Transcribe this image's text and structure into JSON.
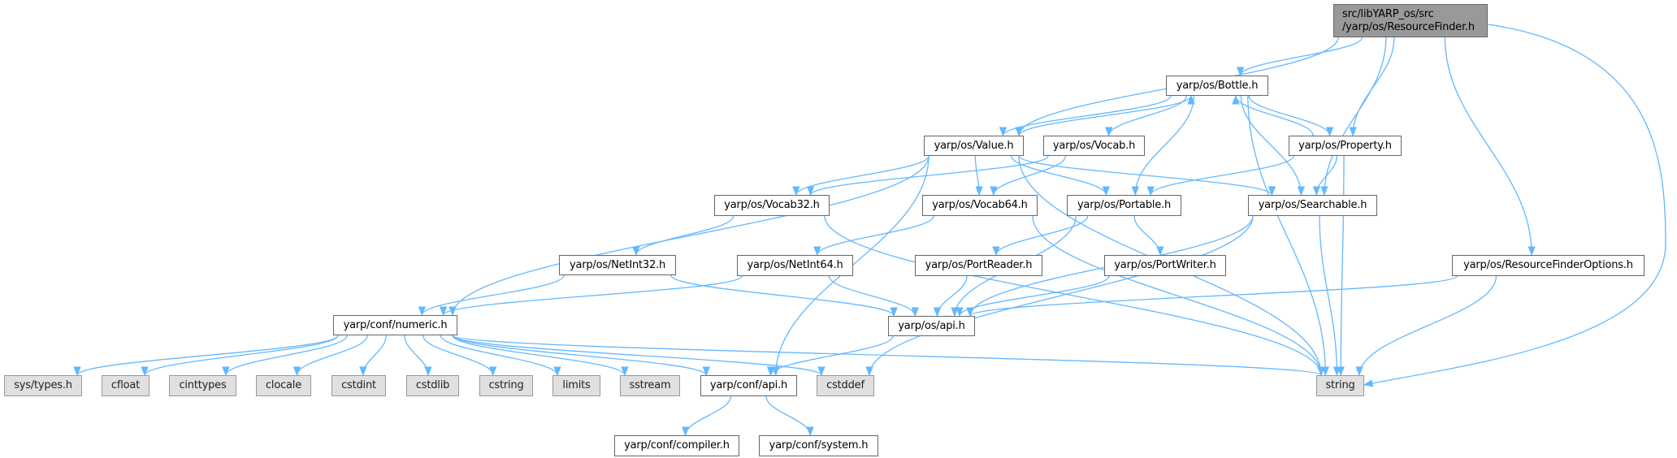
{
  "colors": {
    "edge": "#63b8ff",
    "root_fill": "#999999",
    "external_fill": "#e0e0e0",
    "node_border": "#666666"
  },
  "nodes": [
    {
      "id": "rf",
      "label": "src/libYARP_os/src\n/yarp/os/ResourceFinder.h",
      "kind": "root"
    },
    {
      "id": "bottle",
      "label": "yarp/os/Bottle.h",
      "kind": "normal"
    },
    {
      "id": "value",
      "label": "yarp/os/Value.h",
      "kind": "normal"
    },
    {
      "id": "vocab",
      "label": "yarp/os/Vocab.h",
      "kind": "normal"
    },
    {
      "id": "property",
      "label": "yarp/os/Property.h",
      "kind": "normal"
    },
    {
      "id": "vocab32",
      "label": "yarp/os/Vocab32.h",
      "kind": "normal"
    },
    {
      "id": "vocab64",
      "label": "yarp/os/Vocab64.h",
      "kind": "normal"
    },
    {
      "id": "portable",
      "label": "yarp/os/Portable.h",
      "kind": "normal"
    },
    {
      "id": "searchable",
      "label": "yarp/os/Searchable.h",
      "kind": "normal"
    },
    {
      "id": "netint32",
      "label": "yarp/os/NetInt32.h",
      "kind": "normal"
    },
    {
      "id": "netint64",
      "label": "yarp/os/NetInt64.h",
      "kind": "normal"
    },
    {
      "id": "portreader",
      "label": "yarp/os/PortReader.h",
      "kind": "normal"
    },
    {
      "id": "portwriter",
      "label": "yarp/os/PortWriter.h",
      "kind": "normal"
    },
    {
      "id": "rfo",
      "label": "yarp/os/ResourceFinderOptions.h",
      "kind": "normal"
    },
    {
      "id": "numeric",
      "label": "yarp/conf/numeric.h",
      "kind": "normal"
    },
    {
      "id": "osapi",
      "label": "yarp/os/api.h",
      "kind": "normal"
    },
    {
      "id": "systypes",
      "label": "sys/types.h",
      "kind": "external"
    },
    {
      "id": "cfloat",
      "label": "cfloat",
      "kind": "external"
    },
    {
      "id": "cinttypes",
      "label": "cinttypes",
      "kind": "external"
    },
    {
      "id": "clocale",
      "label": "clocale",
      "kind": "external"
    },
    {
      "id": "cstdint",
      "label": "cstdint",
      "kind": "external"
    },
    {
      "id": "cstdlib",
      "label": "cstdlib",
      "kind": "external"
    },
    {
      "id": "cstring",
      "label": "cstring",
      "kind": "external"
    },
    {
      "id": "limits",
      "label": "limits",
      "kind": "external"
    },
    {
      "id": "sstream",
      "label": "sstream",
      "kind": "external"
    },
    {
      "id": "confapi",
      "label": "yarp/conf/api.h",
      "kind": "normal"
    },
    {
      "id": "cstddef",
      "label": "cstddef",
      "kind": "external"
    },
    {
      "id": "string",
      "label": "string",
      "kind": "external"
    },
    {
      "id": "compiler",
      "label": "yarp/conf/compiler.h",
      "kind": "normal"
    },
    {
      "id": "system",
      "label": "yarp/conf/system.h",
      "kind": "normal"
    }
  ],
  "edges": [
    [
      "rf",
      "value"
    ],
    [
      "rf",
      "bottle"
    ],
    [
      "rf",
      "property"
    ],
    [
      "rf",
      "searchable"
    ],
    [
      "rf",
      "rfo"
    ],
    [
      "rf",
      "string"
    ],
    [
      "bottle",
      "value"
    ],
    [
      "bottle",
      "vocab"
    ],
    [
      "bottle",
      "portable"
    ],
    [
      "bottle",
      "searchable"
    ],
    [
      "bottle",
      "property"
    ],
    [
      "bottle",
      "string"
    ],
    [
      "value",
      "bottle"
    ],
    [
      "value",
      "numeric"
    ],
    [
      "value",
      "confapi"
    ],
    [
      "value",
      "vocab32"
    ],
    [
      "value",
      "vocab64"
    ],
    [
      "value",
      "portable"
    ],
    [
      "value",
      "searchable"
    ],
    [
      "value",
      "string"
    ],
    [
      "vocab",
      "vocab32"
    ],
    [
      "vocab",
      "vocab64"
    ],
    [
      "property",
      "bottle"
    ],
    [
      "property",
      "portable"
    ],
    [
      "property",
      "searchable"
    ],
    [
      "property",
      "string"
    ],
    [
      "vocab32",
      "netint32"
    ],
    [
      "vocab32",
      "string"
    ],
    [
      "vocab64",
      "netint64"
    ],
    [
      "vocab64",
      "string"
    ],
    [
      "portable",
      "osapi"
    ],
    [
      "portable",
      "portreader"
    ],
    [
      "portable",
      "portwriter"
    ],
    [
      "searchable",
      "osapi"
    ],
    [
      "searchable",
      "cstddef"
    ],
    [
      "searchable",
      "string"
    ],
    [
      "netint32",
      "numeric"
    ],
    [
      "netint32",
      "osapi"
    ],
    [
      "netint64",
      "numeric"
    ],
    [
      "netint64",
      "osapi"
    ],
    [
      "portreader",
      "osapi"
    ],
    [
      "portwriter",
      "osapi"
    ],
    [
      "rfo",
      "osapi"
    ],
    [
      "rfo",
      "string"
    ],
    [
      "numeric",
      "systypes"
    ],
    [
      "numeric",
      "cfloat"
    ],
    [
      "numeric",
      "cinttypes"
    ],
    [
      "numeric",
      "clocale"
    ],
    [
      "numeric",
      "cstdint"
    ],
    [
      "numeric",
      "cstdlib"
    ],
    [
      "numeric",
      "cstring"
    ],
    [
      "numeric",
      "limits"
    ],
    [
      "numeric",
      "sstream"
    ],
    [
      "numeric",
      "confapi"
    ],
    [
      "numeric",
      "cstddef"
    ],
    [
      "numeric",
      "string"
    ],
    [
      "osapi",
      "confapi"
    ],
    [
      "confapi",
      "compiler"
    ],
    [
      "confapi",
      "system"
    ]
  ]
}
